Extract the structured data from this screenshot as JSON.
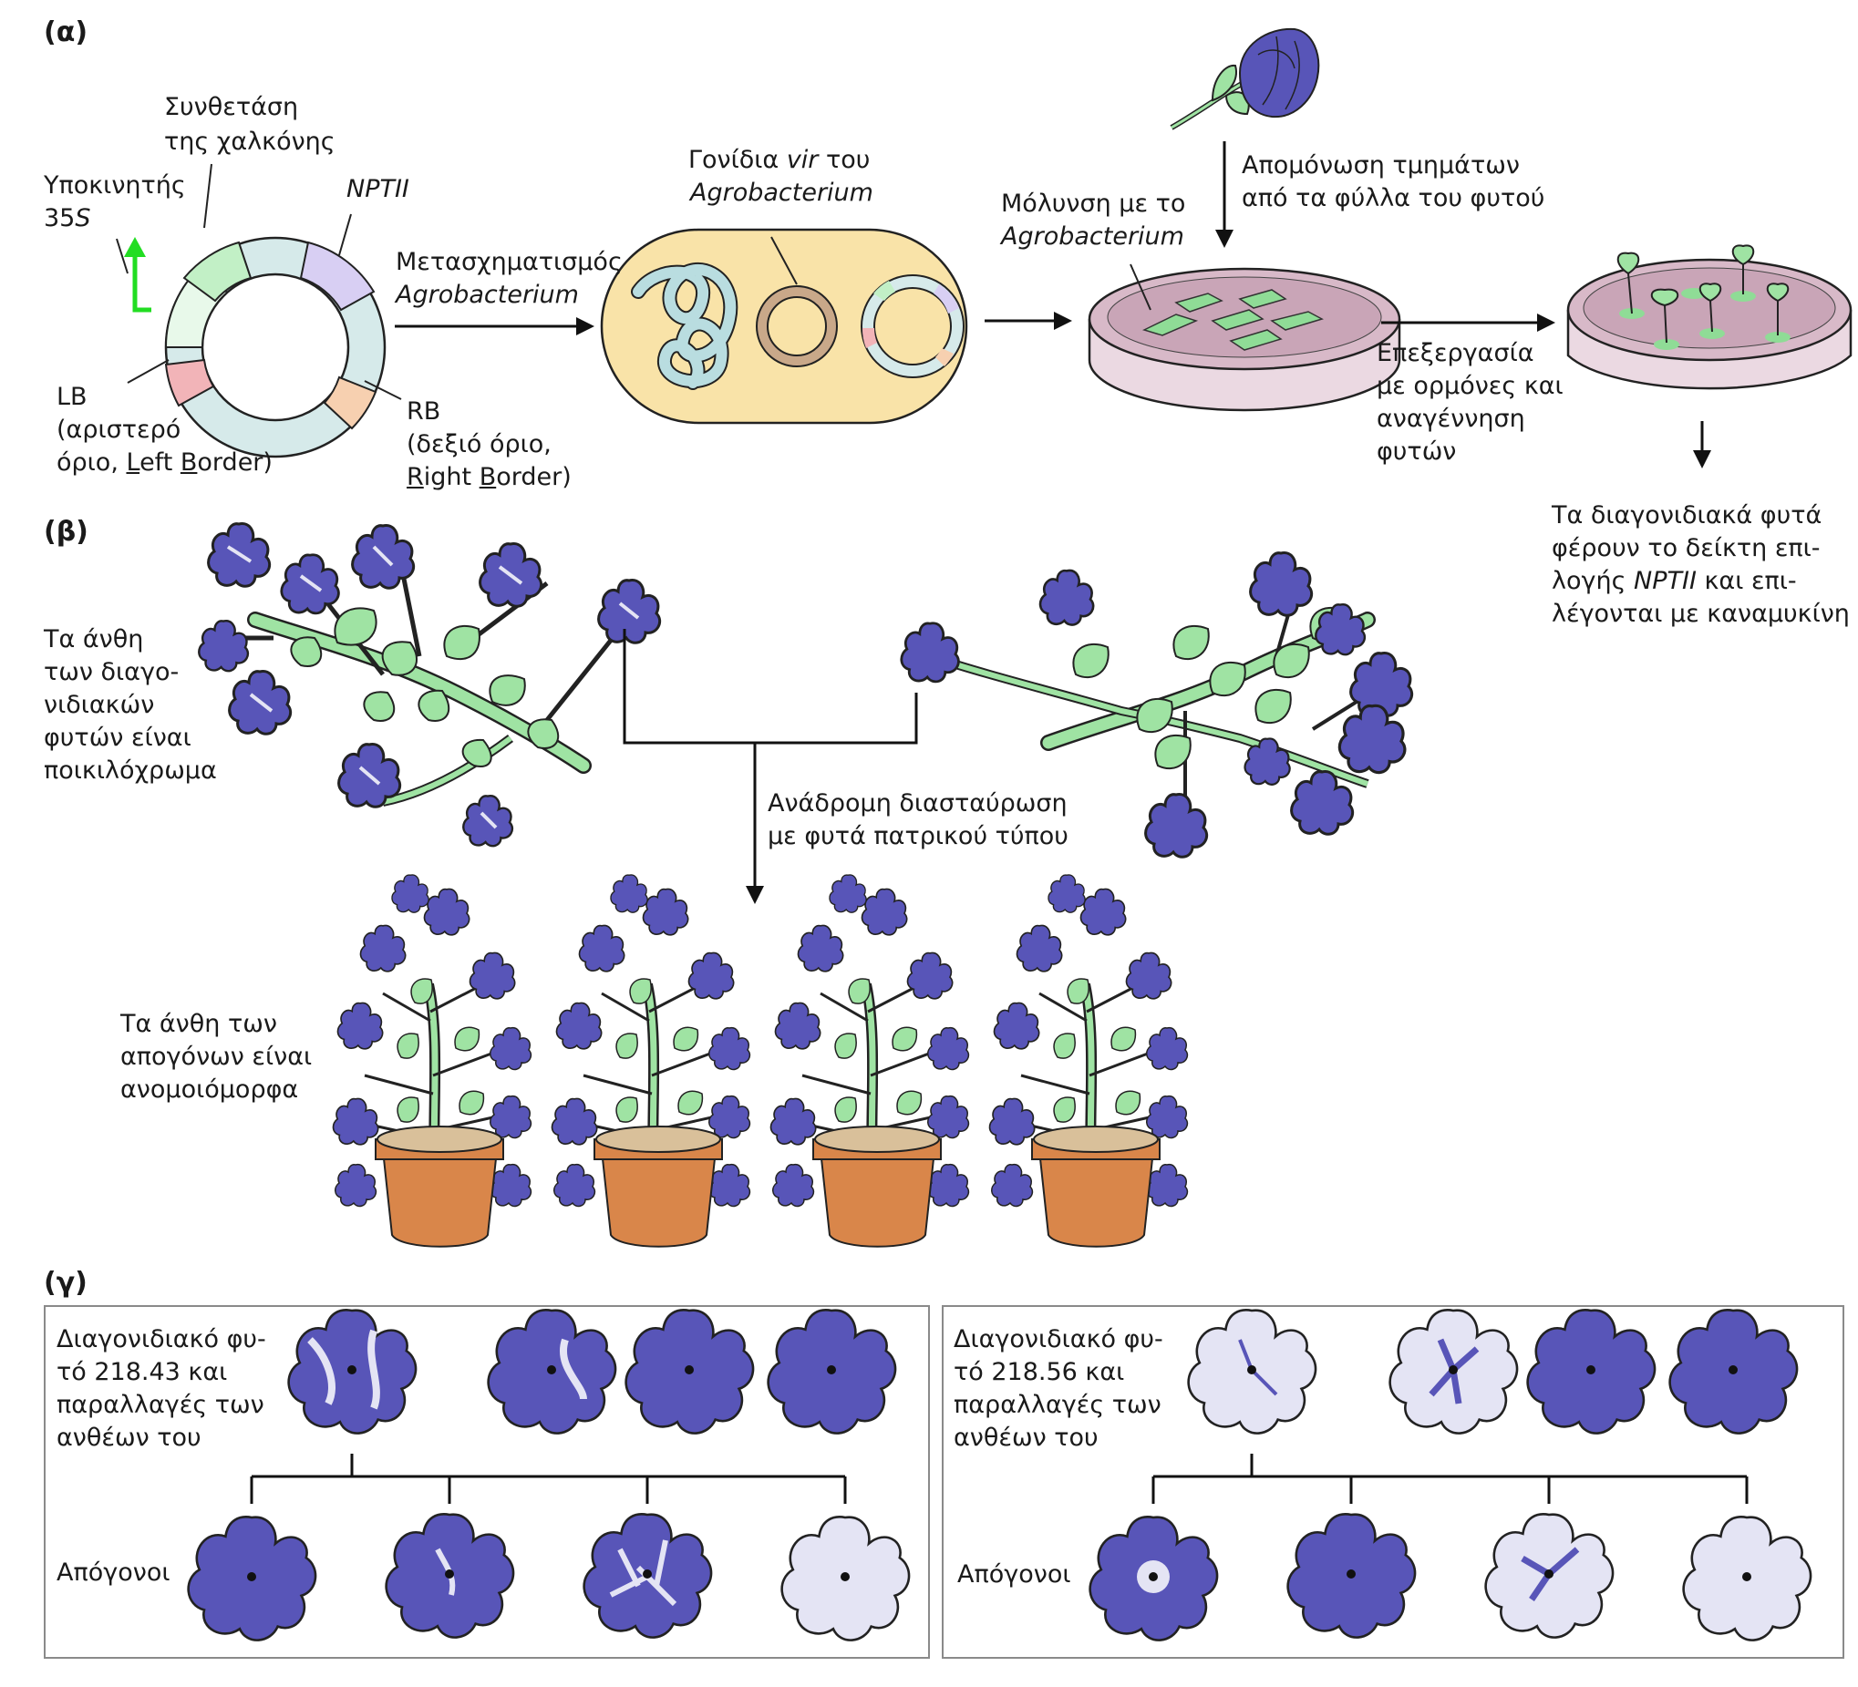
{
  "sections": {
    "a": "(α)",
    "b": "(β)",
    "c": "(γ)"
  },
  "plasmid": {
    "promoter_1": "Υποκινητής",
    "promoter_2_pre": "35",
    "promoter_2_it": "S",
    "chalcone_1": "Συνθετάση",
    "chalcone_2": "της χαλκόνης",
    "nptii": "NPTII",
    "lb_1": "LB",
    "lb_2": "(αριστερό",
    "lb_3_pre": "όριο, ",
    "lb_3_L": "L",
    "lb_3_mid": "eft ",
    "lb_3_B": "B",
    "lb_3_end": "order)",
    "rb_1": "RB",
    "rb_2": "(δεξιό όριο,",
    "rb_3_R": "R",
    "rb_3_mid": "ight ",
    "rb_3_B": "B",
    "rb_3_end": "order)"
  },
  "transform": {
    "line1": "Μετασχηματισμός",
    "line2": "Agrobacterium"
  },
  "vir": {
    "line1_pre": "Γονίδια ",
    "line1_it": "vir",
    "line1_post": " του",
    "line2": "Agrobacterium"
  },
  "infection": {
    "line1": "Μόλυνση με το",
    "line2": "Agrobacterium"
  },
  "isolation": {
    "line1": "Απομόνωση τμημάτων",
    "line2": "από τα φύλλα του φυτού"
  },
  "hormone": {
    "line1": "Επεξεργασία",
    "line2": "με ορμόνες και",
    "line3": "αναγέννηση",
    "line4": "φυτών"
  },
  "transgenic": {
    "line1": "Τα διαγονιδιακά φυτά",
    "line2": "φέρουν το δείκτη επι-",
    "line3_pre": "λογής ",
    "line3_it": "NPTII",
    "line3_post": " και επι-",
    "line4": "λέγονται με καναμυκίνη"
  },
  "variegated": {
    "line1": "Τα άνθη",
    "line2": "των διαγο-",
    "line3": "νιδιακών",
    "line4": "φυτών είναι",
    "line5": "ποικιλόχρωμα"
  },
  "backcross": {
    "line1": "Ανάδρομη διασταύρωση",
    "line2": "με φυτά πατρικού τύπου"
  },
  "offspring_text": {
    "line1": "Τα άνθη των",
    "line2": "απογόνων είναι",
    "line3": "ανομοιόμορφα"
  },
  "panel_left": {
    "line1": "Διαγονιδιακό φυ-",
    "line2": "τό 218.43 και",
    "line3": "παραλλαγές των",
    "line4": "ανθέων του",
    "offspring": "Απόγονοι"
  },
  "panel_right": {
    "line1": "Διαγονιδιακό φυ-",
    "line2": "τό 218.56 και",
    "line3": "παραλλαγές των",
    "line4": "ανθέων του",
    "offspring": "Απόγονοι"
  },
  "colors": {
    "flower_dark": "#5855b8",
    "flower_light": "#e4e4f4",
    "leaf": "#9fe3a3",
    "pot": "#d9864a",
    "petri": "#d8b9c8",
    "cell": "#f9e3a8"
  }
}
